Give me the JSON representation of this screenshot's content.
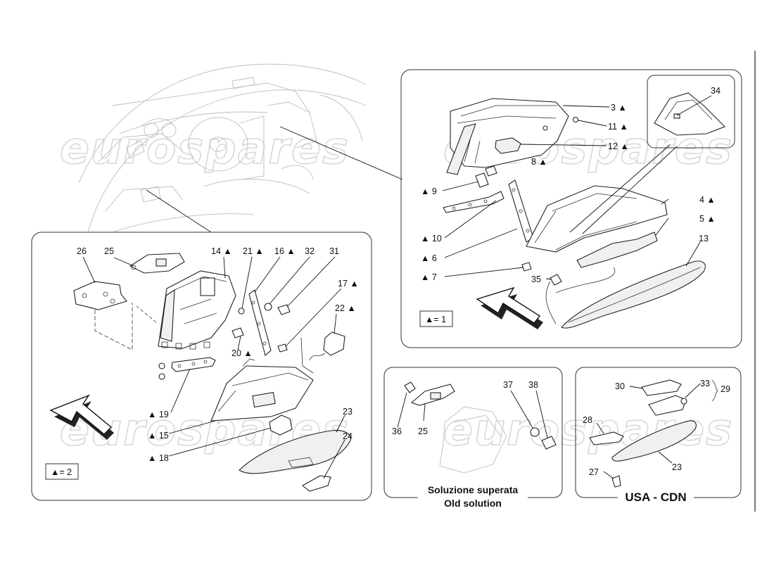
{
  "watermark": "eurospares",
  "labels": {
    "main": [
      "26",
      "25",
      "14 ▲",
      "21 ▲",
      "16 ▲",
      "32",
      "31",
      "17 ▲",
      "22 ▲",
      "20 ▲",
      "▲ 19",
      "▲ 15",
      "▲ 18",
      "23",
      "24"
    ],
    "main_legend": "▲= 2",
    "upper": [
      "3 ▲",
      "11 ▲",
      "12 ▲",
      "8 ▲",
      "▲ 9",
      "▲ 10",
      "▲ 6",
      "▲ 7",
      "4 ▲",
      "5 ▲",
      "13",
      "35",
      "34"
    ],
    "upper_legend": "▲= 1",
    "old": [
      "36",
      "25",
      "37",
      "38"
    ],
    "old_caption_line1": "Soluzione superata",
    "old_caption_line2": "Old solution",
    "usa": [
      "30",
      "33",
      "29",
      "28",
      "23",
      "27"
    ],
    "usa_caption": "USA - CDN"
  }
}
